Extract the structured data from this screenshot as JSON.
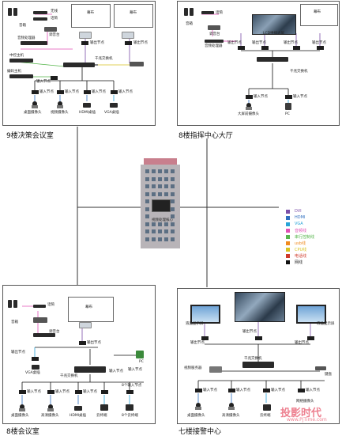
{
  "captions": {
    "p9": "9楼决策会议室",
    "p8a": "8楼指挥中心大厅",
    "p8b": "8楼会议室",
    "p7": "七楼接警中心"
  },
  "building_label": "视频处理核心",
  "legend": [
    {
      "label": "DVI",
      "color": "#7b4fa8"
    },
    {
      "label": "HDMI",
      "color": "#2f6fbf"
    },
    {
      "label": "VGA",
      "color": "#28a4d8"
    },
    {
      "label": "音频线",
      "color": "#e04fb5"
    },
    {
      "label": "串行控制线",
      "color": "#55b54a"
    },
    {
      "label": "usb线",
      "color": "#f08a1e"
    },
    {
      "label": "CPU线",
      "color": "#d8c320"
    },
    {
      "label": "电话线",
      "color": "#cf3a2a"
    },
    {
      "label": "网线",
      "color": "#111111"
    }
  ],
  "p9": {
    "speaker": "音箱",
    "audio_proc": "音频处理器",
    "mixer": "调音台",
    "proj1": "幕布",
    "proj2": "幕布",
    "wireless": "无线",
    "mic": "话筒",
    "out1": "输出节点",
    "out2": "输出节点",
    "switch": "千兆交换机",
    "in1": "输入节点",
    "in2": "输入节点",
    "in3": "输入节点",
    "in4": "输入节点",
    "in5": "输入节点",
    "desk_cam": "桌面摄像头",
    "conf_cam": "视频摄像头",
    "hdmi_desk": "HDMI桌插",
    "vga_desk": "VGA桌插",
    "ctrl": "中控主机",
    "coder": "编码主机"
  },
  "p8a": {
    "speaker": "音箱",
    "mic": "话筒",
    "mixer": "调音台",
    "audio_proc": "音频处理器",
    "screen": "幕布",
    "lcd": "LCD拼接大屏",
    "out1": "输出节点",
    "out2": "输出节点",
    "out3": "输出节点",
    "out4": "输出节点",
    "switch": "千兆交换机",
    "in1": "输入节点",
    "in2": "输入节点",
    "cam": "大屏前摄像头",
    "pc": "PC"
  },
  "p8b": {
    "speaker": "音箱",
    "mic": "话筒",
    "mixer": "调音台",
    "screen": "幕布",
    "out1": "输出节点",
    "out2": "输出节点",
    "vga_desk": "VGA桌插",
    "switch": "千兆交换机",
    "pc": "PC",
    "in1": "输入节点",
    "in2": "输入节点",
    "in3": "输入节点",
    "in4": "输入节点",
    "in5": "输入节点",
    "in6": "8个输入节点",
    "cam1": "桌面摄像头",
    "cam2": "高清摄像头",
    "hdmi": "HDMI桌插",
    "pc2": "云终端",
    "cloud": "8个云终端"
  },
  "p7": {
    "left_screen": "液晶显示屏",
    "right_screen": "液晶显示屏",
    "out1": "输出节点",
    "out2": "输出节点",
    "out3": "输出节点",
    "switch": "千兆交换机",
    "printer": "视频服务器",
    "keyboard": "键盘",
    "in1": "输入节点",
    "in2": "输入节点",
    "in3": "输入节点",
    "in4": "输入节点",
    "cam1": "桌面摄像头",
    "cam2": "高清摄像头",
    "pc": "云终端",
    "ipc": "网络摄像头",
    "watermark": "投影时代",
    "watermark_url": "www.PjTime.com"
  }
}
